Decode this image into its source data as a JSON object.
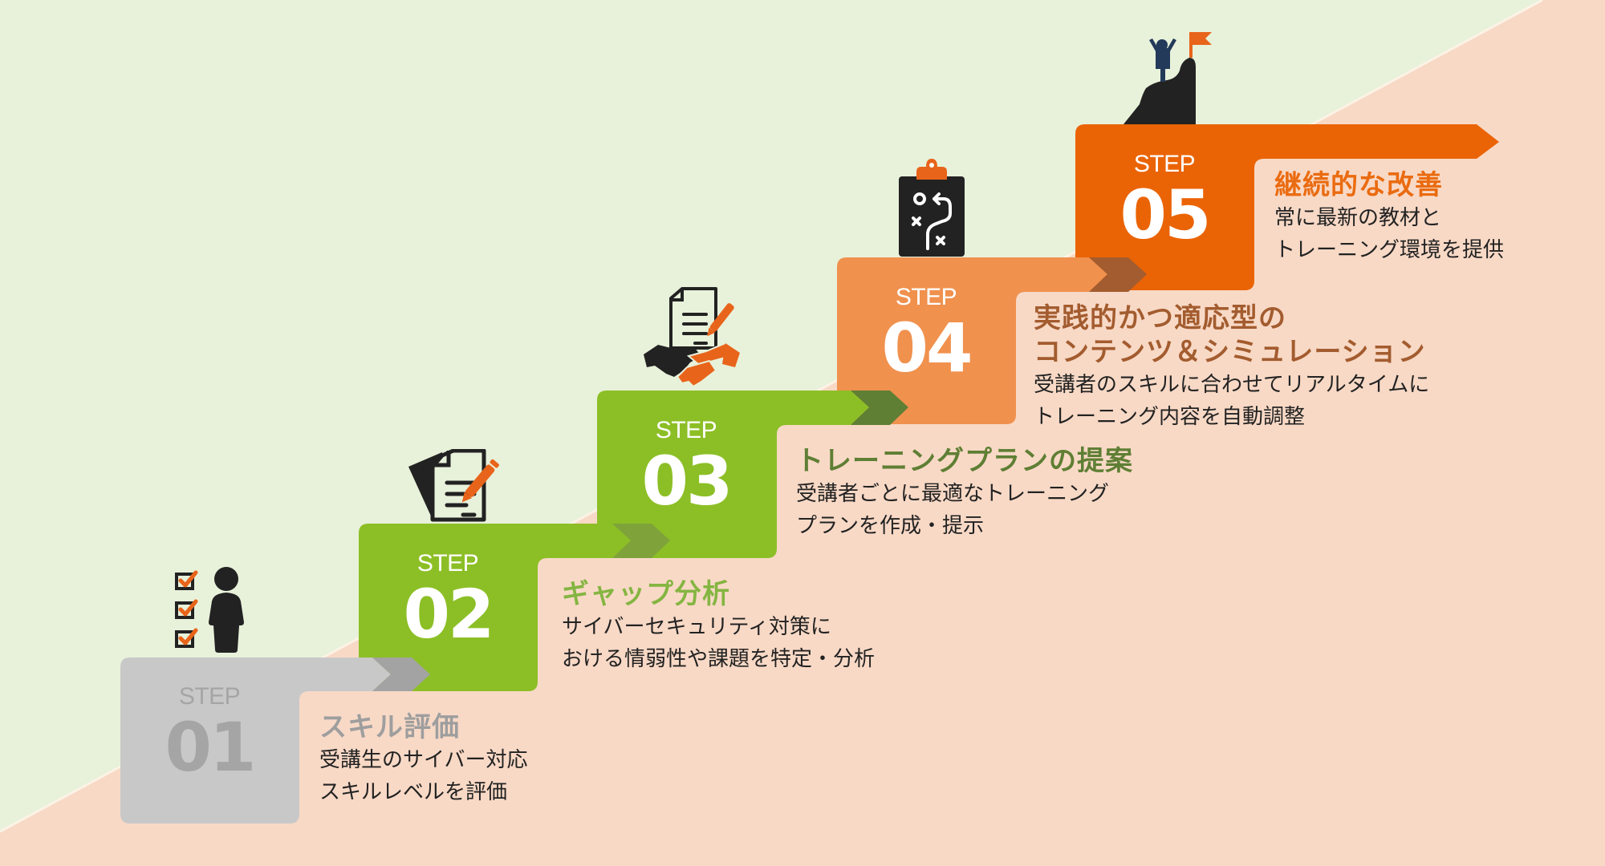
{
  "colors": {
    "bg_upper": "#e8f1da",
    "bg_lower": "#f8d9c6",
    "step1": "#c8c8c8",
    "step1_text": "#a5a5a5",
    "step1_title": "#9e9e9e",
    "step2": "#8cbf26",
    "step2_title": "#84b541",
    "step3": "#8cbf26",
    "step3_title": "#5f7f34",
    "step4": "#f0914e",
    "step4_title": "#a35c2f",
    "step5": "#ea6405",
    "step5_title": "#ea6b10",
    "icon_dark": "#222222",
    "icon_accent": "#e8641a",
    "icon_figure": "#233a5a"
  },
  "steps": [
    {
      "step_label": "STEP",
      "number": "01",
      "title": "スキル評価",
      "lines": [
        "受講生のサイバー対応",
        "スキルレベルを評価"
      ],
      "icon": "checklist-person-icon"
    },
    {
      "step_label": "STEP",
      "number": "02",
      "title": "ギャップ分析",
      "lines": [
        "サイバーセキュリティ対策に",
        "おける情弱性や課題を特定・分析"
      ],
      "icon": "documents-pen-icon"
    },
    {
      "step_label": "STEP",
      "number": "03",
      "title": "トレーニングプランの提案",
      "lines": [
        "受講者ごとに最適なトレーニング",
        "プランを作成・提示"
      ],
      "icon": "handshake-document-icon"
    },
    {
      "step_label": "STEP",
      "number": "04",
      "title_lines": [
        "実践的かつ適応型の",
        "コンテンツ＆シミュレーション"
      ],
      "lines": [
        "受講者のスキルに合わせてリアルタイムに",
        "トレーニング内容を自動調整"
      ],
      "icon": "strategy-clipboard-icon"
    },
    {
      "step_label": "STEP",
      "number": "05",
      "title": "継続的な改善",
      "lines": [
        "常に最新の教材と",
        "トレーニング環境を提供"
      ],
      "icon": "summit-flag-icon"
    }
  ]
}
